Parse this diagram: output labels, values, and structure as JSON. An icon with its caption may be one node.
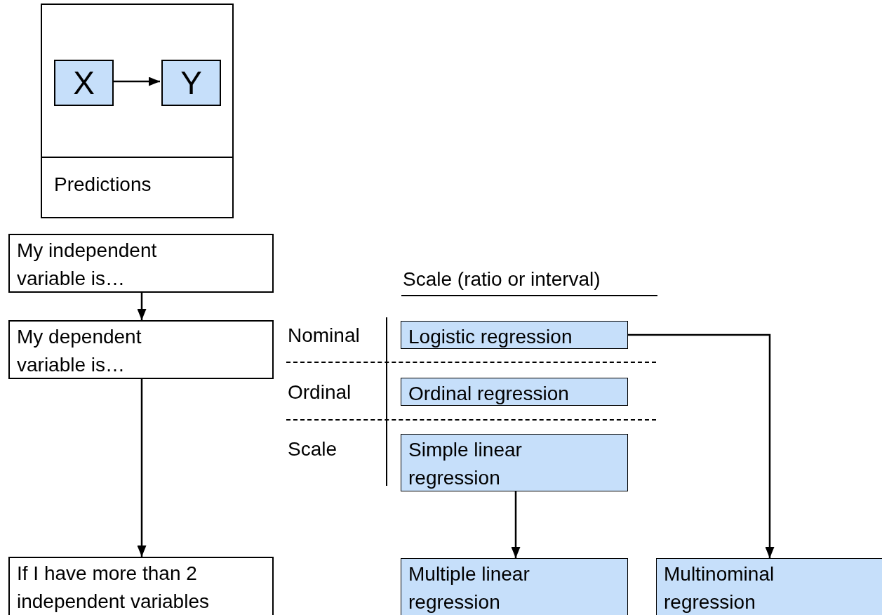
{
  "diagram": {
    "nodes": [
      {
        "text": [
          "Predictions"
        ]
      },
      {
        "text": [
          "X"
        ],
        "in": 0
      },
      {
        "text": [
          "Y"
        ],
        "in": 0
      },
      {
        "text": [
          "My independent variable is…"
        ]
      },
      {
        "text": [
          "My dependent variable is…"
        ]
      },
      {
        "text": [
          "If I have more than 2 independent variables"
        ]
      },
      {
        "text": [
          "Logistic regression"
        ]
      },
      {
        "text": [
          "Ordinal regression"
        ]
      },
      {
        "text": [
          "Simple linear regression"
        ]
      },
      {
        "text": [
          "Multiple linear regression"
        ]
      },
      {
        "text": [
          "Multinominal regression"
        ]
      }
    ],
    "edges": [
      {
        "from": 1,
        "to": 2,
        "arrow": "to"
      },
      {
        "from": 3,
        "to": 4,
        "arrow": "to"
      },
      {
        "from": 4,
        "to": 5,
        "arrow": "to"
      },
      {
        "from": 8,
        "to": 9,
        "arrow": "to"
      },
      {
        "from": 6,
        "to": 10,
        "arrow": "to"
      }
    ],
    "labels": [
      "Scale (ratio or interval)",
      "Nominal",
      "Ordinal",
      "Scale"
    ]
  }
}
